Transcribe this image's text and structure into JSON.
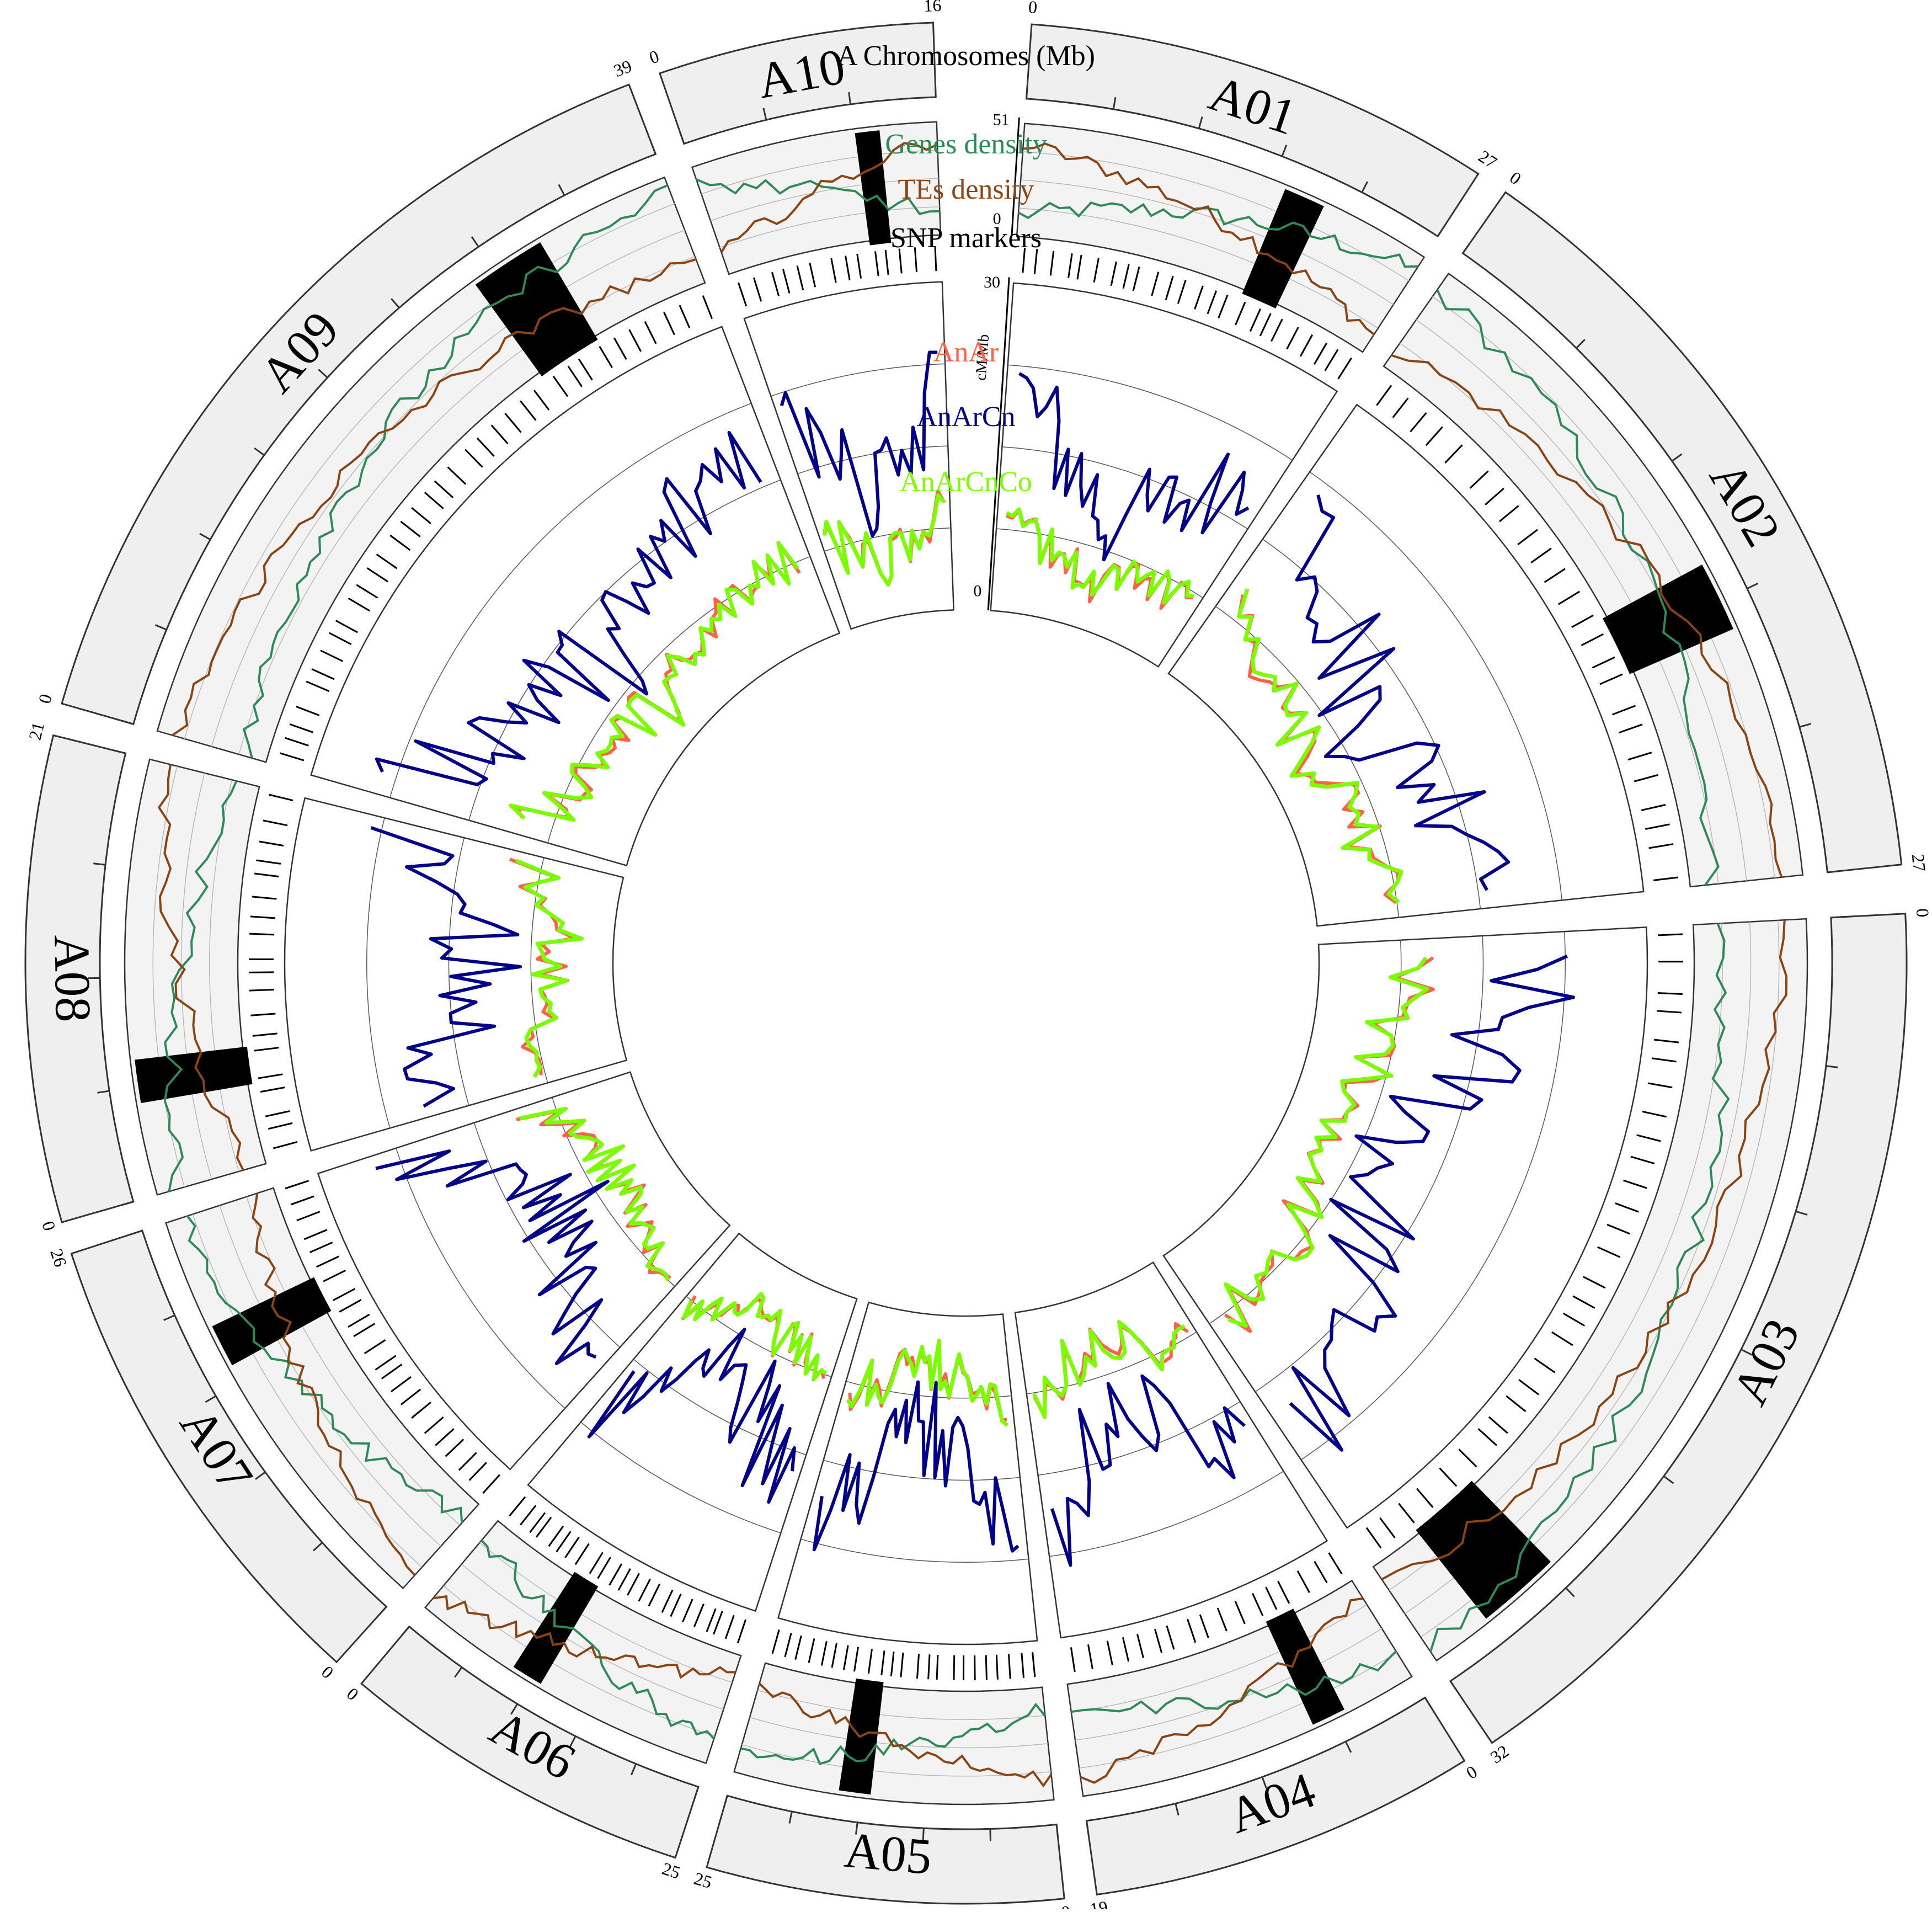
{
  "title": "A Chromosomes (Mb)",
  "legend": {
    "genes": "Genes density",
    "tes": "TEs density",
    "snp": "SNP markers",
    "anar": "AnAr",
    "anarcn": "AnArCn",
    "anarcnco": "AnArCnCo"
  },
  "density_axis": {
    "max": "51",
    "min": "0"
  },
  "recomb_axis": {
    "max": "30",
    "min": "0",
    "unit": "cM/Mb"
  },
  "colors": {
    "genes": "#2e8b57",
    "tes": "#8b4513",
    "anar": "#ff6347",
    "anarcn": "#00008b",
    "anarcnco": "#7cfc00",
    "band_all": "#e6d6ea",
    "band_red": "#fde0dc",
    "band_blue": "#e2e4f7",
    "centromere": "#000000",
    "ideogram": "#efefef"
  },
  "chromosomes": [
    {
      "name": "A01",
      "length": 27,
      "start_label": "0",
      "end_label": "27",
      "centromere_mb": 18.5
    },
    {
      "name": "A02",
      "length": 27,
      "start_label": "0",
      "end_label": "27",
      "centromere_mb": 16.0
    },
    {
      "name": "A03",
      "length": 32,
      "start_label": "0",
      "end_label": "32",
      "centromere_mb": 28.0
    },
    {
      "name": "A04",
      "length": 19,
      "start_label": "0",
      "end_label": "19",
      "centromere_mb": 5.0
    },
    {
      "name": "A05",
      "length": 25,
      "start_label": "0",
      "end_label": "25",
      "centromere_mb": 15.5
    },
    {
      "name": "A06",
      "length": 25,
      "start_label": "25",
      "end_label": "0",
      "centromere_mb": 15.5
    },
    {
      "name": "A07",
      "length": 26,
      "start_label": "0",
      "end_label": "26",
      "centromere_mb": 18.0
    },
    {
      "name": "A08",
      "length": 21,
      "start_label": "0",
      "end_label": "21",
      "centromere_mb": 5.5
    },
    {
      "name": "A09",
      "length": 39,
      "start_label": "0",
      "end_label": "39",
      "centromere_mb": 30.0
    },
    {
      "name": "A10",
      "length": 16,
      "start_label": "0",
      "end_label": "16",
      "centromere_mb": 11.5
    }
  ]
}
